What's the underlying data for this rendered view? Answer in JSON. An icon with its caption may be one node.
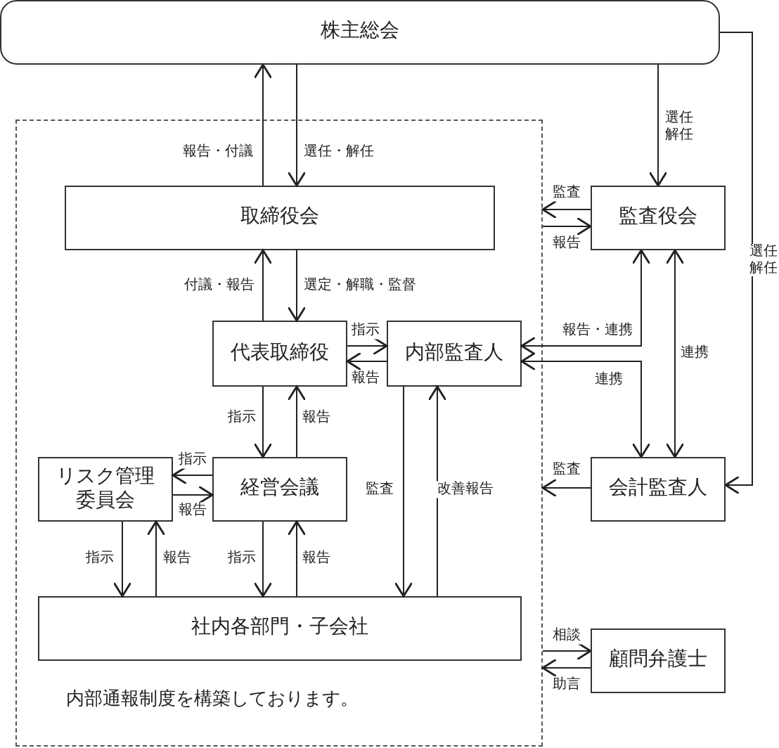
{
  "diagram": {
    "nodes": [
      {
        "text": [
          "株主総会"
        ]
      },
      {
        "text": [
          "内部通報制度を構築しております。"
        ]
      },
      {
        "text": [
          "取締役会"
        ],
        "in": 1
      },
      {
        "text": [
          "監査役会"
        ]
      },
      {
        "text": [
          "代表取締役"
        ],
        "in": 1
      },
      {
        "text": [
          "内部監査人"
        ],
        "in": 1
      },
      {
        "text": [
          "リスク管理委員会"
        ],
        "in": 1
      },
      {
        "text": [
          "経営会議"
        ],
        "in": 1
      },
      {
        "text": [
          "会計監査人"
        ]
      },
      {
        "text": [
          "社内各部門・子会社"
        ],
        "in": 1
      },
      {
        "text": [
          "顧問弁護士"
        ]
      }
    ],
    "edges": [
      {
        "from": 2,
        "to": 0,
        "arrow": "to",
        "label": "報告・付議"
      },
      {
        "from": 0,
        "to": 2,
        "arrow": "to",
        "label": "選任・解任"
      },
      {
        "from": 0,
        "to": 3,
        "arrow": "to",
        "label": "選任解任"
      },
      {
        "from": 0,
        "to": 8,
        "arrow": "to",
        "label": "選任解任"
      },
      {
        "from": 3,
        "to": 1,
        "arrow": "to",
        "label": "監査"
      },
      {
        "from": 1,
        "to": 3,
        "arrow": "to",
        "label": "報告"
      },
      {
        "from": 4,
        "to": 2,
        "arrow": "to",
        "label": "付議・報告"
      },
      {
        "from": 2,
        "to": 4,
        "arrow": "to",
        "label": "選定・解職・監督"
      },
      {
        "from": 4,
        "to": 5,
        "arrow": "to",
        "label": "指示"
      },
      {
        "from": 5,
        "to": 4,
        "arrow": "to",
        "label": "報告"
      },
      {
        "from": 5,
        "to": 3,
        "arrow": "both",
        "label": "報告・連携"
      },
      {
        "from": 5,
        "to": 8,
        "arrow": "both",
        "label": "連携"
      },
      {
        "from": 3,
        "to": 8,
        "arrow": "both",
        "label": "連携"
      },
      {
        "from": 8,
        "to": 1,
        "arrow": "to",
        "label": "監査"
      },
      {
        "from": 7,
        "to": 6,
        "arrow": "to",
        "label": "指示"
      },
      {
        "from": 6,
        "to": 7,
        "arrow": "to",
        "label": "報告"
      },
      {
        "from": 4,
        "to": 7,
        "arrow": "to",
        "label": "指示"
      },
      {
        "from": 7,
        "to": 4,
        "arrow": "to",
        "label": "報告"
      },
      {
        "from": 6,
        "to": 9,
        "arrow": "to",
        "label": "指示"
      },
      {
        "from": 9,
        "to": 6,
        "arrow": "to",
        "label": "報告"
      },
      {
        "from": 7,
        "to": 9,
        "arrow": "to",
        "label": "指示"
      },
      {
        "from": 9,
        "to": 7,
        "arrow": "to",
        "label": "報告"
      },
      {
        "from": 5,
        "to": 9,
        "arrow": "to",
        "label": "監査"
      },
      {
        "from": 9,
        "to": 5,
        "arrow": "to",
        "label": "改善報告"
      },
      {
        "from": 1,
        "to": 10,
        "arrow": "to",
        "label": "相談"
      },
      {
        "from": 10,
        "to": 1,
        "arrow": "to",
        "label": "助言"
      }
    ]
  }
}
